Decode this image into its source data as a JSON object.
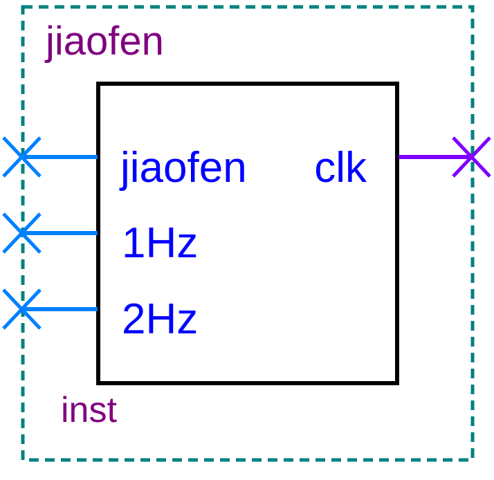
{
  "symbol": {
    "name": "jiaofen",
    "instance": "inst"
  },
  "ports": {
    "inputs": [
      {
        "label": "jiaofen"
      },
      {
        "label": "1Hz"
      },
      {
        "label": "2Hz"
      }
    ],
    "outputs": [
      {
        "label": "clk"
      }
    ]
  },
  "colors": {
    "frame": "#008080",
    "title": "#800080",
    "port_text": "#0000ff",
    "input_wire": "#0080ff",
    "output_wire": "#8000ff",
    "box": "#000000"
  }
}
